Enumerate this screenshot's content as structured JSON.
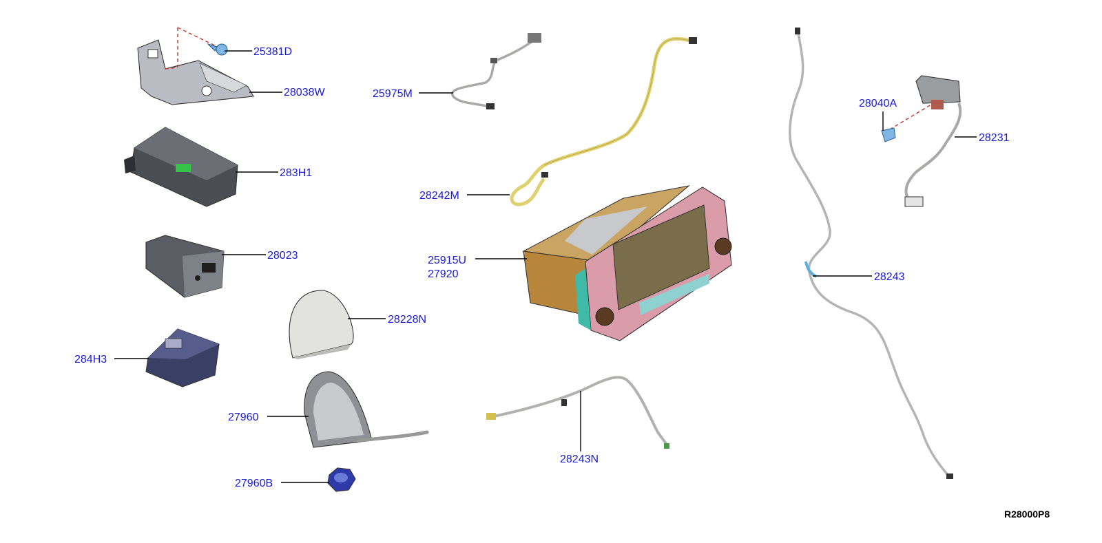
{
  "diagram": {
    "reference_code": "R28000P8",
    "parts": [
      {
        "id": "p25381D",
        "label": "25381D"
      },
      {
        "id": "p28038W",
        "label": "28038W"
      },
      {
        "id": "p283H1",
        "label": "283H1"
      },
      {
        "id": "p28023",
        "label": "28023"
      },
      {
        "id": "p284H3",
        "label": "284H3"
      },
      {
        "id": "p28228N",
        "label": "28228N"
      },
      {
        "id": "p27960",
        "label": "27960"
      },
      {
        "id": "p27960B",
        "label": "27960B"
      },
      {
        "id": "p25975M",
        "label": "25975M"
      },
      {
        "id": "p28242M",
        "label": "28242M"
      },
      {
        "id": "p25915U",
        "label": "25915U"
      },
      {
        "id": "p27920",
        "label": "27920"
      },
      {
        "id": "p28243N",
        "label": "28243N"
      },
      {
        "id": "p28040A",
        "label": "28040A"
      },
      {
        "id": "p28231",
        "label": "28231"
      },
      {
        "id": "p28243",
        "label": "28243"
      }
    ]
  }
}
